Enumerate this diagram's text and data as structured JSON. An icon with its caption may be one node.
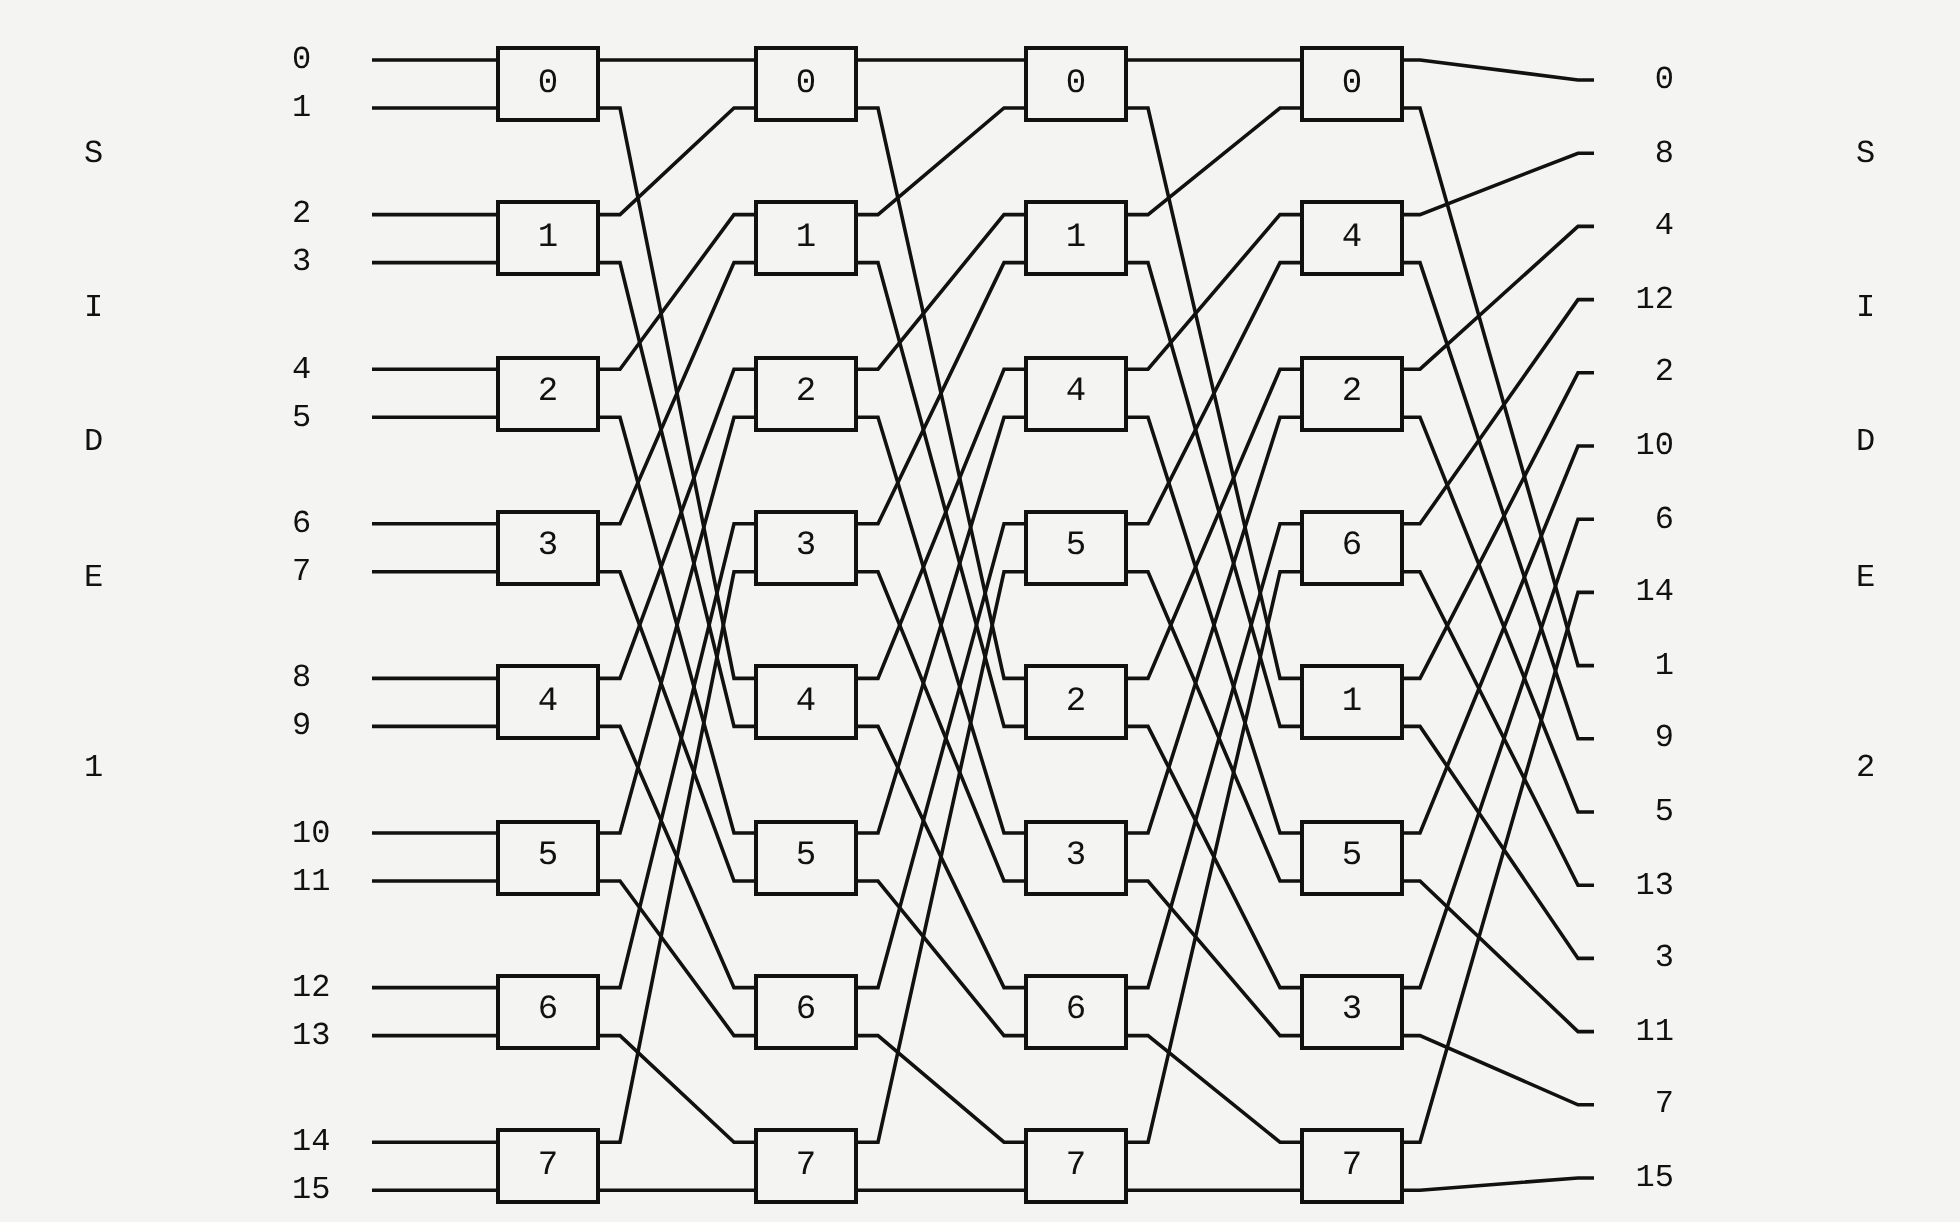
{
  "diagram": {
    "nodes": [
      {
        "text": [
          "0"
        ]
      },
      {
        "text": [
          "1"
        ]
      },
      {
        "text": [
          "2"
        ]
      },
      {
        "text": [
          "3"
        ]
      },
      {
        "text": [
          "4"
        ]
      },
      {
        "text": [
          "5"
        ]
      },
      {
        "text": [
          "6"
        ]
      },
      {
        "text": [
          "7"
        ]
      },
      {
        "text": [
          "8"
        ]
      },
      {
        "text": [
          "9"
        ]
      },
      {
        "text": [
          "10"
        ]
      },
      {
        "text": [
          "11"
        ]
      },
      {
        "text": [
          "12"
        ]
      },
      {
        "text": [
          "13"
        ]
      },
      {
        "text": [
          "14"
        ]
      },
      {
        "text": [
          "15"
        ]
      },
      {
        "text": [
          "0"
        ]
      },
      {
        "text": [
          "1"
        ]
      },
      {
        "text": [
          "2"
        ]
      },
      {
        "text": [
          "3"
        ]
      },
      {
        "text": [
          "4"
        ]
      },
      {
        "text": [
          "5"
        ]
      },
      {
        "text": [
          "6"
        ]
      },
      {
        "text": [
          "7"
        ]
      },
      {
        "text": [
          "0"
        ]
      },
      {
        "text": [
          "1"
        ]
      },
      {
        "text": [
          "2"
        ]
      },
      {
        "text": [
          "3"
        ]
      },
      {
        "text": [
          "4"
        ]
      },
      {
        "text": [
          "5"
        ]
      },
      {
        "text": [
          "6"
        ]
      },
      {
        "text": [
          "7"
        ]
      },
      {
        "text": [
          "0"
        ]
      },
      {
        "text": [
          "1"
        ]
      },
      {
        "text": [
          "4"
        ]
      },
      {
        "text": [
          "5"
        ]
      },
      {
        "text": [
          "2"
        ]
      },
      {
        "text": [
          "3"
        ]
      },
      {
        "text": [
          "6"
        ]
      },
      {
        "text": [
          "7"
        ]
      },
      {
        "text": [
          "0"
        ]
      },
      {
        "text": [
          "4"
        ]
      },
      {
        "text": [
          "2"
        ]
      },
      {
        "text": [
          "6"
        ]
      },
      {
        "text": [
          "1"
        ]
      },
      {
        "text": [
          "5"
        ]
      },
      {
        "text": [
          "3"
        ]
      },
      {
        "text": [
          "7"
        ]
      },
      {
        "text": [
          "0"
        ]
      },
      {
        "text": [
          "8"
        ]
      },
      {
        "text": [
          "4"
        ]
      },
      {
        "text": [
          "12"
        ]
      },
      {
        "text": [
          "2"
        ]
      },
      {
        "text": [
          "10"
        ]
      },
      {
        "text": [
          "6"
        ]
      },
      {
        "text": [
          "14"
        ]
      },
      {
        "text": [
          "1"
        ]
      },
      {
        "text": [
          "9"
        ]
      },
      {
        "text": [
          "5"
        ]
      },
      {
        "text": [
          "13"
        ]
      },
      {
        "text": [
          "3"
        ]
      },
      {
        "text": [
          "11"
        ]
      },
      {
        "text": [
          "7"
        ]
      },
      {
        "text": [
          "15"
        ]
      }
    ],
    "edges": [
      {
        "from": 0,
        "to": 16,
        "arrow": "none"
      },
      {
        "from": 1,
        "to": 16,
        "arrow": "none"
      },
      {
        "from": 2,
        "to": 17,
        "arrow": "none"
      },
      {
        "from": 3,
        "to": 17,
        "arrow": "none"
      },
      {
        "from": 4,
        "to": 18,
        "arrow": "none"
      },
      {
        "from": 5,
        "to": 18,
        "arrow": "none"
      },
      {
        "from": 6,
        "to": 19,
        "arrow": "none"
      },
      {
        "from": 7,
        "to": 19,
        "arrow": "none"
      },
      {
        "from": 8,
        "to": 20,
        "arrow": "none"
      },
      {
        "from": 9,
        "to": 20,
        "arrow": "none"
      },
      {
        "from": 10,
        "to": 21,
        "arrow": "none"
      },
      {
        "from": 11,
        "to": 21,
        "arrow": "none"
      },
      {
        "from": 12,
        "to": 22,
        "arrow": "none"
      },
      {
        "from": 13,
        "to": 22,
        "arrow": "none"
      },
      {
        "from": 14,
        "to": 23,
        "arrow": "none"
      },
      {
        "from": 15,
        "to": 23,
        "arrow": "none"
      },
      {
        "from": 16,
        "to": 24,
        "arrow": "none"
      },
      {
        "from": 16,
        "to": 28,
        "arrow": "none"
      },
      {
        "from": 17,
        "to": 24,
        "arrow": "none"
      },
      {
        "from": 17,
        "to": 28,
        "arrow": "none"
      },
      {
        "from": 18,
        "to": 25,
        "arrow": "none"
      },
      {
        "from": 18,
        "to": 29,
        "arrow": "none"
      },
      {
        "from": 19,
        "to": 25,
        "arrow": "none"
      },
      {
        "from": 19,
        "to": 29,
        "arrow": "none"
      },
      {
        "from": 20,
        "to": 26,
        "arrow": "none"
      },
      {
        "from": 20,
        "to": 30,
        "arrow": "none"
      },
      {
        "from": 21,
        "to": 26,
        "arrow": "none"
      },
      {
        "from": 21,
        "to": 30,
        "arrow": "none"
      },
      {
        "from": 22,
        "to": 27,
        "arrow": "none"
      },
      {
        "from": 22,
        "to": 31,
        "arrow": "none"
      },
      {
        "from": 23,
        "to": 27,
        "arrow": "none"
      },
      {
        "from": 23,
        "to": 31,
        "arrow": "none"
      },
      {
        "from": 24,
        "to": 32,
        "arrow": "none"
      },
      {
        "from": 24,
        "to": 36,
        "arrow": "none"
      },
      {
        "from": 25,
        "to": 32,
        "arrow": "none"
      },
      {
        "from": 25,
        "to": 36,
        "arrow": "none"
      },
      {
        "from": 26,
        "to": 33,
        "arrow": "none"
      },
      {
        "from": 26,
        "to": 37,
        "arrow": "none"
      },
      {
        "from": 27,
        "to": 33,
        "arrow": "none"
      },
      {
        "from": 27,
        "to": 37,
        "arrow": "none"
      },
      {
        "from": 28,
        "to": 34,
        "arrow": "none"
      },
      {
        "from": 28,
        "to": 38,
        "arrow": "none"
      },
      {
        "from": 29,
        "to": 34,
        "arrow": "none"
      },
      {
        "from": 29,
        "to": 38,
        "arrow": "none"
      },
      {
        "from": 30,
        "to": 35,
        "arrow": "none"
      },
      {
        "from": 30,
        "to": 39,
        "arrow": "none"
      },
      {
        "from": 31,
        "to": 35,
        "arrow": "none"
      },
      {
        "from": 31,
        "to": 39,
        "arrow": "none"
      },
      {
        "from": 32,
        "to": 40,
        "arrow": "none"
      },
      {
        "from": 32,
        "to": 44,
        "arrow": "none"
      },
      {
        "from": 33,
        "to": 40,
        "arrow": "none"
      },
      {
        "from": 33,
        "to": 44,
        "arrow": "none"
      },
      {
        "from": 34,
        "to": 41,
        "arrow": "none"
      },
      {
        "from": 34,
        "to": 45,
        "arrow": "none"
      },
      {
        "from": 35,
        "to": 41,
        "arrow": "none"
      },
      {
        "from": 35,
        "to": 45,
        "arrow": "none"
      },
      {
        "from": 36,
        "to": 42,
        "arrow": "none"
      },
      {
        "from": 36,
        "to": 46,
        "arrow": "none"
      },
      {
        "from": 37,
        "to": 42,
        "arrow": "none"
      },
      {
        "from": 37,
        "to": 46,
        "arrow": "none"
      },
      {
        "from": 38,
        "to": 43,
        "arrow": "none"
      },
      {
        "from": 38,
        "to": 47,
        "arrow": "none"
      },
      {
        "from": 39,
        "to": 43,
        "arrow": "none"
      },
      {
        "from": 39,
        "to": 47,
        "arrow": "none"
      },
      {
        "from": 40,
        "to": 48,
        "arrow": "none"
      },
      {
        "from": 40,
        "to": 56,
        "arrow": "none"
      },
      {
        "from": 41,
        "to": 49,
        "arrow": "none"
      },
      {
        "from": 41,
        "to": 57,
        "arrow": "none"
      },
      {
        "from": 42,
        "to": 50,
        "arrow": "none"
      },
      {
        "from": 42,
        "to": 58,
        "arrow": "none"
      },
      {
        "from": 43,
        "to": 51,
        "arrow": "none"
      },
      {
        "from": 43,
        "to": 59,
        "arrow": "none"
      },
      {
        "from": 44,
        "to": 52,
        "arrow": "none"
      },
      {
        "from": 44,
        "to": 60,
        "arrow": "none"
      },
      {
        "from": 45,
        "to": 53,
        "arrow": "none"
      },
      {
        "from": 45,
        "to": 61,
        "arrow": "none"
      },
      {
        "from": 46,
        "to": 54,
        "arrow": "none"
      },
      {
        "from": 46,
        "to": 62,
        "arrow": "none"
      },
      {
        "from": 47,
        "to": 55,
        "arrow": "none"
      },
      {
        "from": 47,
        "to": 63,
        "arrow": "none"
      }
    ],
    "labels": [
      "S",
      "I",
      "D",
      "E",
      "1",
      "S",
      "I",
      "D",
      "E",
      "2"
    ]
  }
}
